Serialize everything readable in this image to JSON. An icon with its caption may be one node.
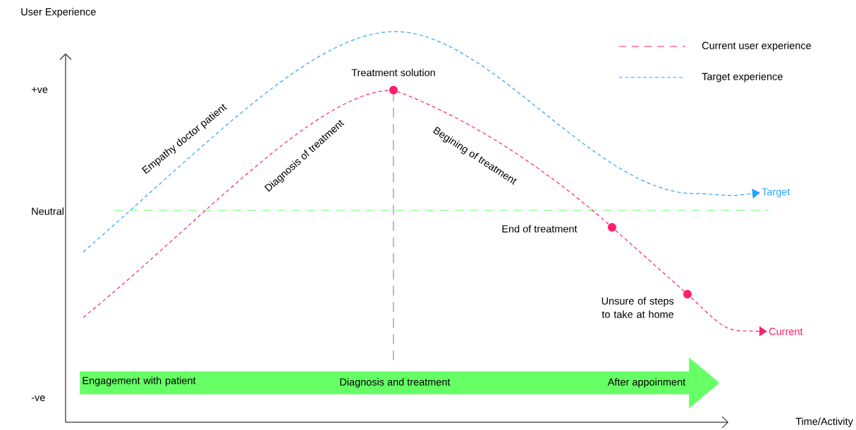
{
  "diagram": {
    "nodes": [
      {
        "text": [
          "Target"
        ]
      },
      {
        "text": [
          "Current"
        ]
      },
      {
        "text": [
          "Engagement with patient",
          "Diagnosis and treatment",
          "After appoinment"
        ]
      }
    ],
    "edges": [
      {
        "from": null,
        "to": 0,
        "arrow": "to",
        "style": "dashed",
        "color": "#29a3ff"
      },
      {
        "from": null,
        "to": 1,
        "arrow": "to",
        "style": "dashed",
        "color": "#ff1f6e"
      }
    ],
    "labels": [
      "User Experience",
      "+ve",
      "Treatment solution",
      "Empathy doctor patient",
      "Diagnosis of treatment",
      "Begining of treatment",
      "Neutral",
      "End of treatment",
      "Unsure of steps to take at home",
      "-ve",
      "Time/Activity"
    ],
    "legend": [
      {
        "text": "Current user experience"
      },
      {
        "text": "Target experience"
      }
    ]
  }
}
